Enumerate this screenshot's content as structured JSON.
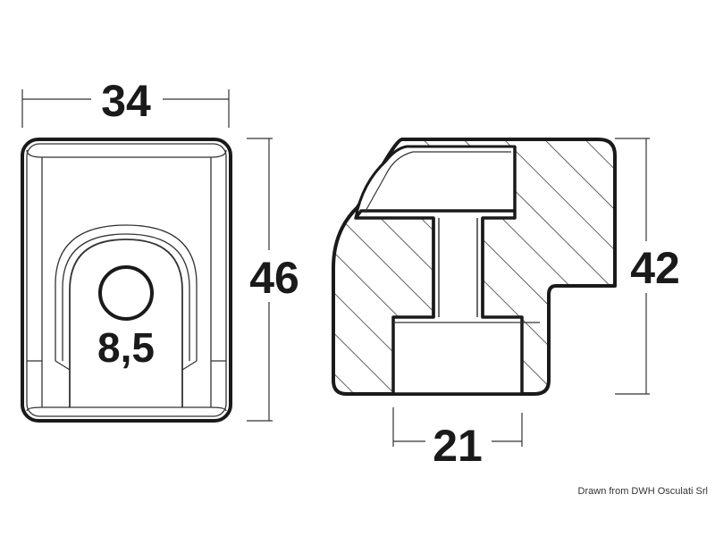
{
  "dimensions": {
    "front_width": "34",
    "front_height": "46",
    "hole_diameter": "8,5",
    "side_height": "42",
    "slot_width": "21"
  },
  "credit": "Drawn from DWH Osculati Srl",
  "colors": {
    "outline": "#1a1a1a",
    "fill": "#ffffff",
    "hatch": "#3a3a3a"
  }
}
